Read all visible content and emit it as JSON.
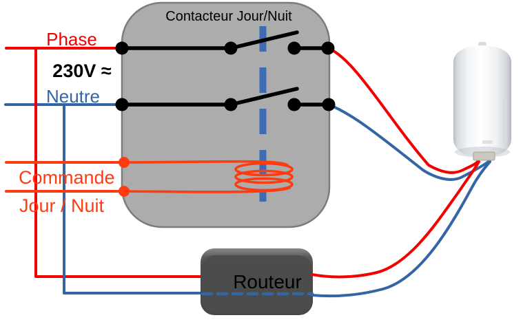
{
  "labels": {
    "phase": "Phase",
    "voltage": "230V ≈",
    "neutral": "Neutre",
    "command_line1": "Commande",
    "command_line2": "Jour / Nuit",
    "contactor_title": "Contacteur Jour/Nuit",
    "router": "Routeur"
  },
  "colors": {
    "phase": "#f40000",
    "neutral": "#3465a4",
    "command": "#ff3c11",
    "armature": "#3d6cb5",
    "contactorFill": "#acacac",
    "contactorStroke": "#7c7c7c",
    "routerDark": "#4b4b4b",
    "routerLight": "#848484",
    "ink": "#000000"
  },
  "figures": {
    "contactor": "day-night-contactor-box",
    "router": "router-device-box",
    "heater": "electric-water-heater-image"
  }
}
